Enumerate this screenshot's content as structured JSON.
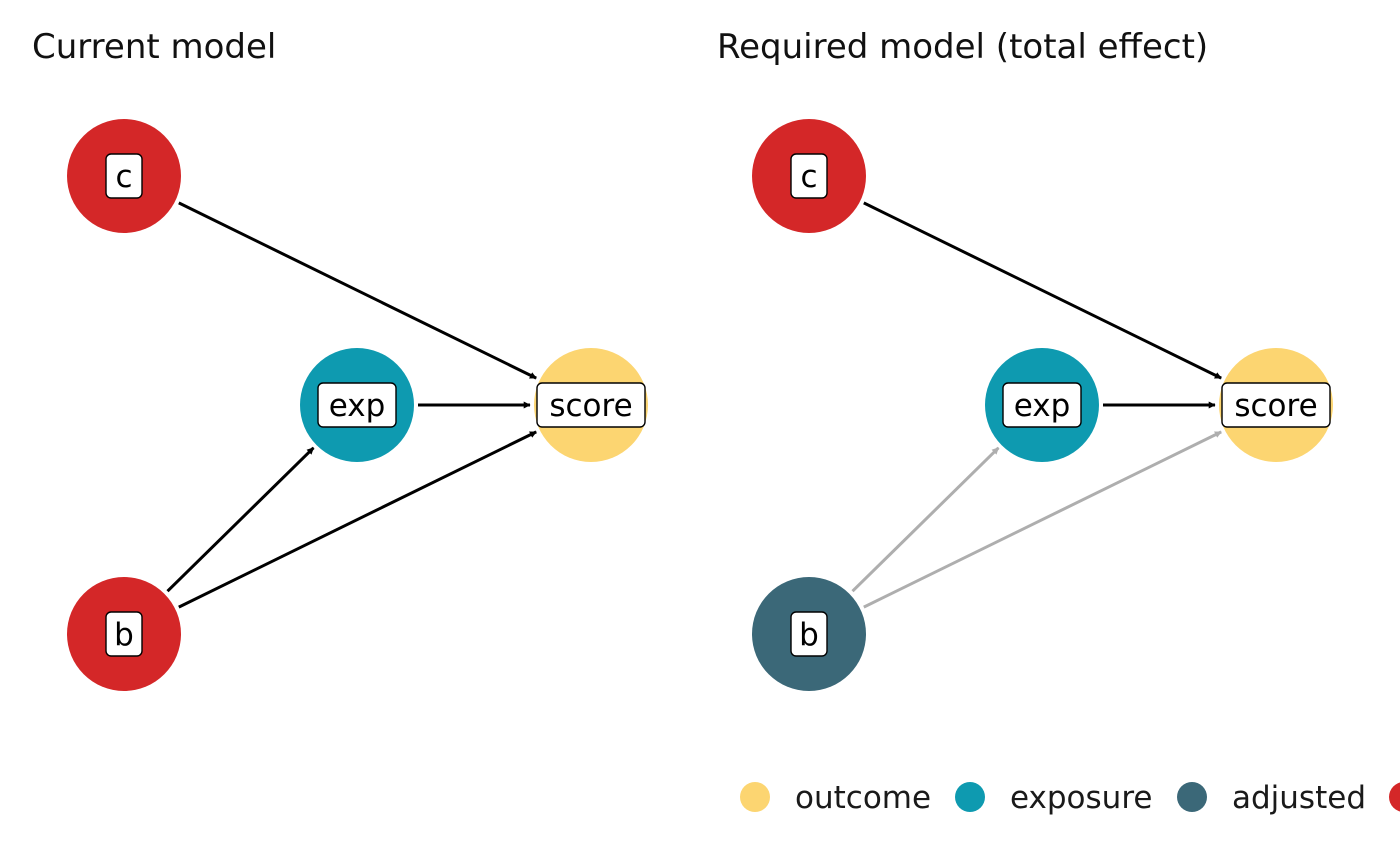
{
  "colors": {
    "outcome": "#FCD571",
    "exposure": "#0E9AB0",
    "adjusted": "#3B6878",
    "unadjusted": "#D42728",
    "edge_active": "#000000",
    "edge_inactive": "#AEAEAE"
  },
  "legend": [
    {
      "key": "outcome",
      "label": "outcome",
      "color": "#FCD571"
    },
    {
      "key": "exposure",
      "label": "exposure",
      "color": "#0E9AB0"
    },
    {
      "key": "adjusted",
      "label": "adjusted",
      "color": "#3B6878"
    },
    {
      "key": "unadjusted",
      "label": "",
      "color": "#D42728"
    }
  ],
  "panels": [
    {
      "title": "Current model",
      "nodes": [
        {
          "id": "c",
          "label": "c",
          "status": "unadjusted"
        },
        {
          "id": "exp",
          "label": "exp",
          "status": "exposure"
        },
        {
          "id": "score",
          "label": "score",
          "status": "outcome"
        },
        {
          "id": "b",
          "label": "b",
          "status": "unadjusted"
        }
      ],
      "edges": [
        {
          "from": "c",
          "to": "score",
          "style": "active"
        },
        {
          "from": "exp",
          "to": "score",
          "style": "active"
        },
        {
          "from": "b",
          "to": "exp",
          "style": "active"
        },
        {
          "from": "b",
          "to": "score",
          "style": "active"
        }
      ]
    },
    {
      "title": "Required model (total effect)",
      "nodes": [
        {
          "id": "c",
          "label": "c",
          "status": "unadjusted"
        },
        {
          "id": "exp",
          "label": "exp",
          "status": "exposure"
        },
        {
          "id": "score",
          "label": "score",
          "status": "outcome"
        },
        {
          "id": "b",
          "label": "b",
          "status": "adjusted"
        }
      ],
      "edges": [
        {
          "from": "c",
          "to": "score",
          "style": "active"
        },
        {
          "from": "exp",
          "to": "score",
          "style": "active"
        },
        {
          "from": "b",
          "to": "exp",
          "style": "inactive"
        },
        {
          "from": "b",
          "to": "score",
          "style": "inactive"
        }
      ]
    }
  ]
}
